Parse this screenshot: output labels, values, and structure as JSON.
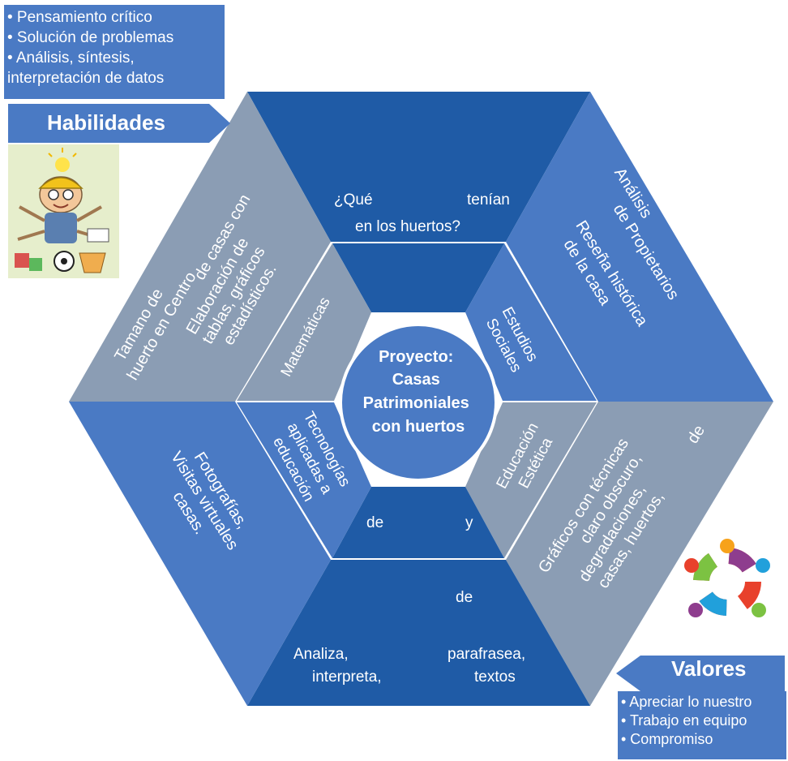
{
  "center": {
    "lines": [
      "Proyecto:",
      "Casas",
      "Patrimoniales",
      "con huertos"
    ]
  },
  "skills": {
    "title": "Habilidades",
    "items": [
      "• Pensamiento crítico",
      "• Solución de problemas",
      "• Análisis, síntesis,",
      "interpretación de datos"
    ]
  },
  "values": {
    "title": "Valores",
    "items": [
      "• Apreciar lo nuestro",
      "• Trabajo en equipo",
      "• Compromiso"
    ]
  },
  "inner": {
    "matematicas": "Matemáticas",
    "estudios": [
      "Estudios",
      "Sociales"
    ],
    "tecnologias": [
      "Tecnologías",
      "aplicadas a",
      "educación"
    ],
    "educacion": [
      "Educación",
      "Estética"
    ],
    "bottom_words": [
      "de",
      "y"
    ]
  },
  "outer": {
    "top": {
      "line1_a": "¿Qué",
      "line1_b": "tenían",
      "line2": "en los huertos?"
    },
    "upper_right": {
      "lines": [
        "Análisis",
        "de Propietarios",
        "Reseña histórica",
        "de la casa"
      ]
    },
    "upper_left": {
      "lines": [
        "de casas con",
        "Elaboración de",
        "tablas, gráficos",
        "estadísticos.",
        "Tamano de",
        "huerto en Centro"
      ]
    },
    "lower_left": {
      "lines": [
        "Fotografías,",
        "Visitas virtuales",
        "casas."
      ]
    },
    "lower_right": {
      "lines": [
        "de",
        "Gráficos con técnicas",
        "claro obscuro,",
        "degradaciones,",
        "casas, huertos,"
      ]
    },
    "bottom": {
      "top_word": "de",
      "l1_a": "Analiza,",
      "l1_b": "parafrasea,",
      "l2_a": "interpreta,",
      "l2_b": "textos"
    }
  },
  "colors": {
    "dark_blue": "#1f5ba6",
    "mid_blue": "#4a7ac4",
    "gray_blue": "#8b9db4",
    "white": "#ffffff",
    "photo_bg": "#e6eecc"
  },
  "icons": [
    "kid-inventor-illustration",
    "teamwork-circle-icon"
  ]
}
